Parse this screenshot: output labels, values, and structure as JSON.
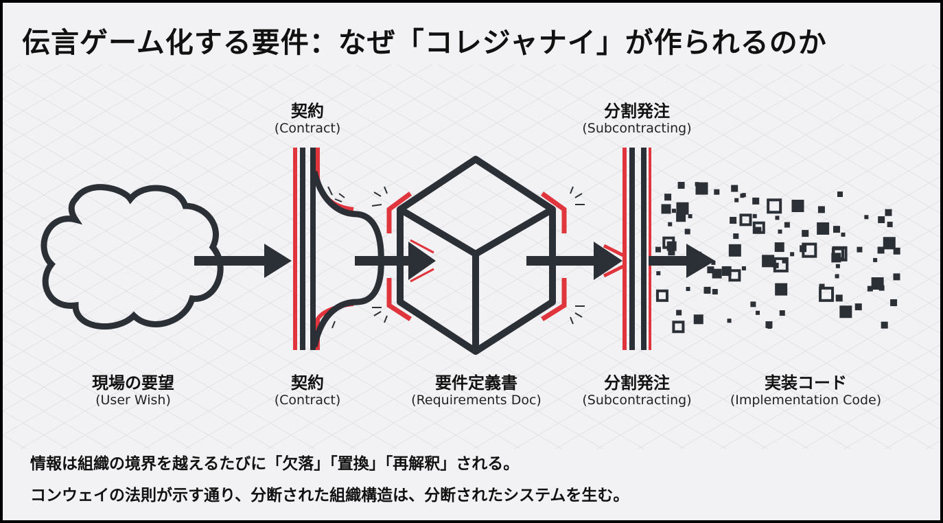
{
  "title": "伝言ゲーム化する要件：なぜ「コレジャナイ」が作られるのか",
  "top_labels": [
    {
      "label": "契約",
      "sub": "(Contract)"
    },
    {
      "label": "分割発注",
      "sub": "(Subcontracting)"
    }
  ],
  "stages": [
    {
      "label": "現場の要望",
      "sub": "(User Wish)"
    },
    {
      "label": "契約",
      "sub": "(Contract)"
    },
    {
      "label": "要件定義書",
      "sub": "(Requirements Doc)"
    },
    {
      "label": "分割発注",
      "sub": "(Subcontracting)"
    },
    {
      "label": "実装コード",
      "sub": "(Implementation Code)"
    }
  ],
  "footer": [
    "情報は組織の境界を越えるたびに「欠落」「置換」「再解釈」される。",
    "コンウェイの法則が示す通り、分断された組織構造は、分断されたシステムを生む。"
  ],
  "colors": {
    "dark": "#2b2f36",
    "accent": "#e0353d",
    "background": "#f2f2f4"
  }
}
